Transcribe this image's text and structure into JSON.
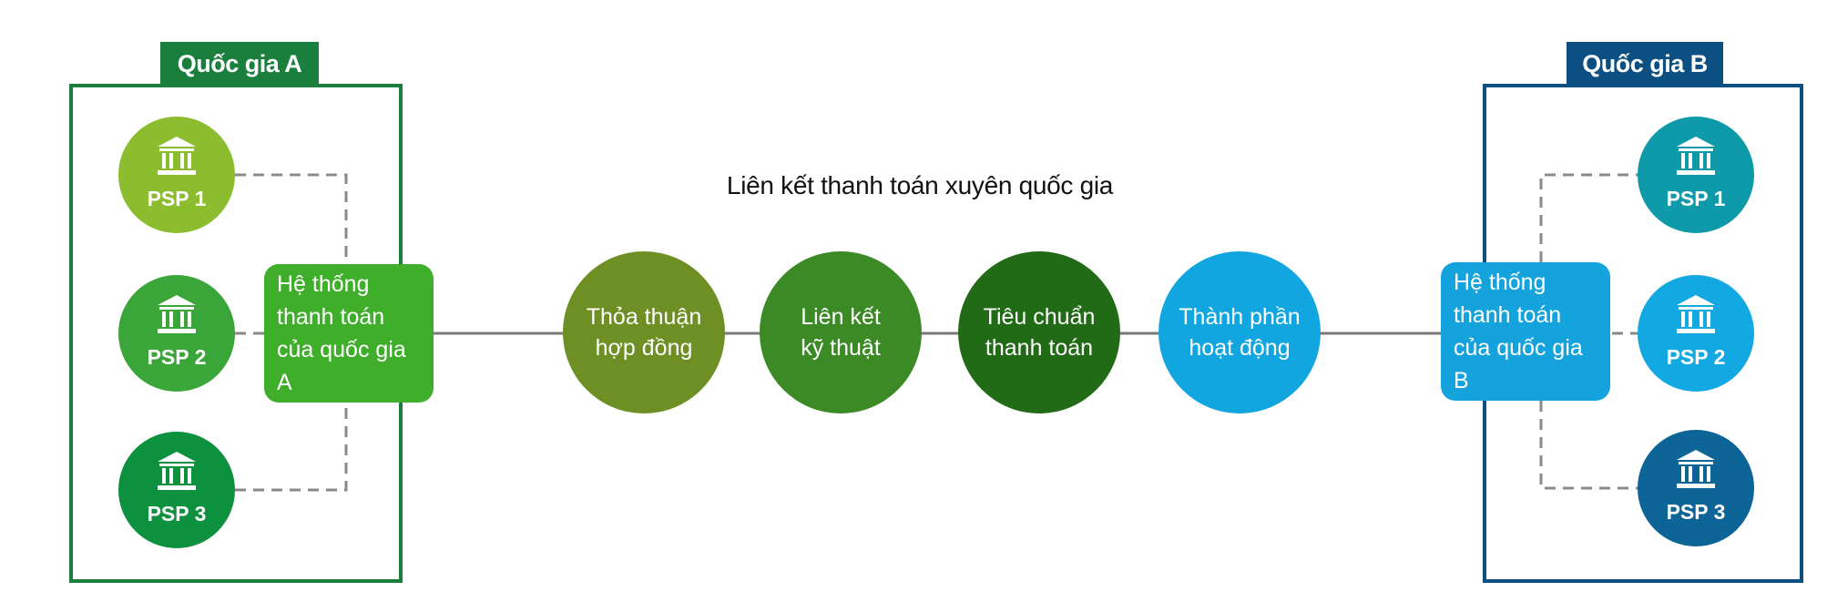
{
  "title": "Liên kết thanh toán xuyên quốc gia",
  "country_a": {
    "label": "Quốc gia A",
    "color": "#1a7f3c",
    "system": {
      "line1": "Hệ thống",
      "line2": "thanh toán",
      "line3": "của quốc gia",
      "line4": "A",
      "color": "#3fae2a"
    },
    "psps": [
      {
        "label": "PSP 1",
        "color": "#8cbd2f"
      },
      {
        "label": "PSP 2",
        "color": "#3aa538"
      },
      {
        "label": "PSP 3",
        "color": "#0e913f"
      }
    ]
  },
  "country_b": {
    "label": "Quốc gia B",
    "color": "#0b4f83",
    "system": {
      "line1": "Hệ thống",
      "line2": "thanh toán",
      "line3": "của quốc gia",
      "line4": "B",
      "color": "#15a3de"
    },
    "psps": [
      {
        "label": "PSP 1",
        "color": "#0e9aa8"
      },
      {
        "label": "PSP 2",
        "color": "#12a8e2"
      },
      {
        "label": "PSP 3",
        "color": "#0c6497"
      }
    ]
  },
  "steps": [
    {
      "line1": "Thỏa thuận",
      "line2": "hợp đồng",
      "color": "#6e8f23"
    },
    {
      "line1": "Liên kết",
      "line2": "kỹ thuật",
      "color": "#3b8a25"
    },
    {
      "line1": "Tiêu chuẩn",
      "line2": "thanh toán",
      "color": "#226b16"
    },
    {
      "line1": "Thành phần",
      "line2": "hoạt động",
      "color": "#12a6e0"
    }
  ]
}
